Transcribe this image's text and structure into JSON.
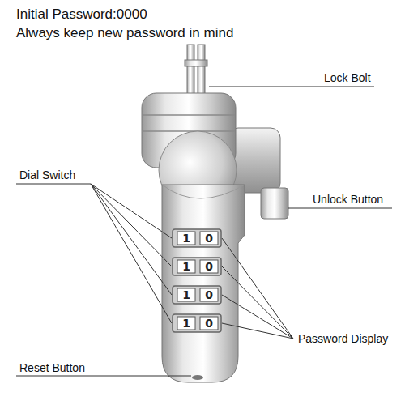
{
  "diagram": {
    "labels": [
      "Initial Password:0000",
      "Always keep new password in mind",
      "Lock Bolt",
      "Dial Switch",
      "Unlock Button",
      "Password Display",
      "Reset Button",
      "1",
      "0",
      "1",
      "0",
      "1",
      "0",
      "1",
      "0"
    ]
  }
}
